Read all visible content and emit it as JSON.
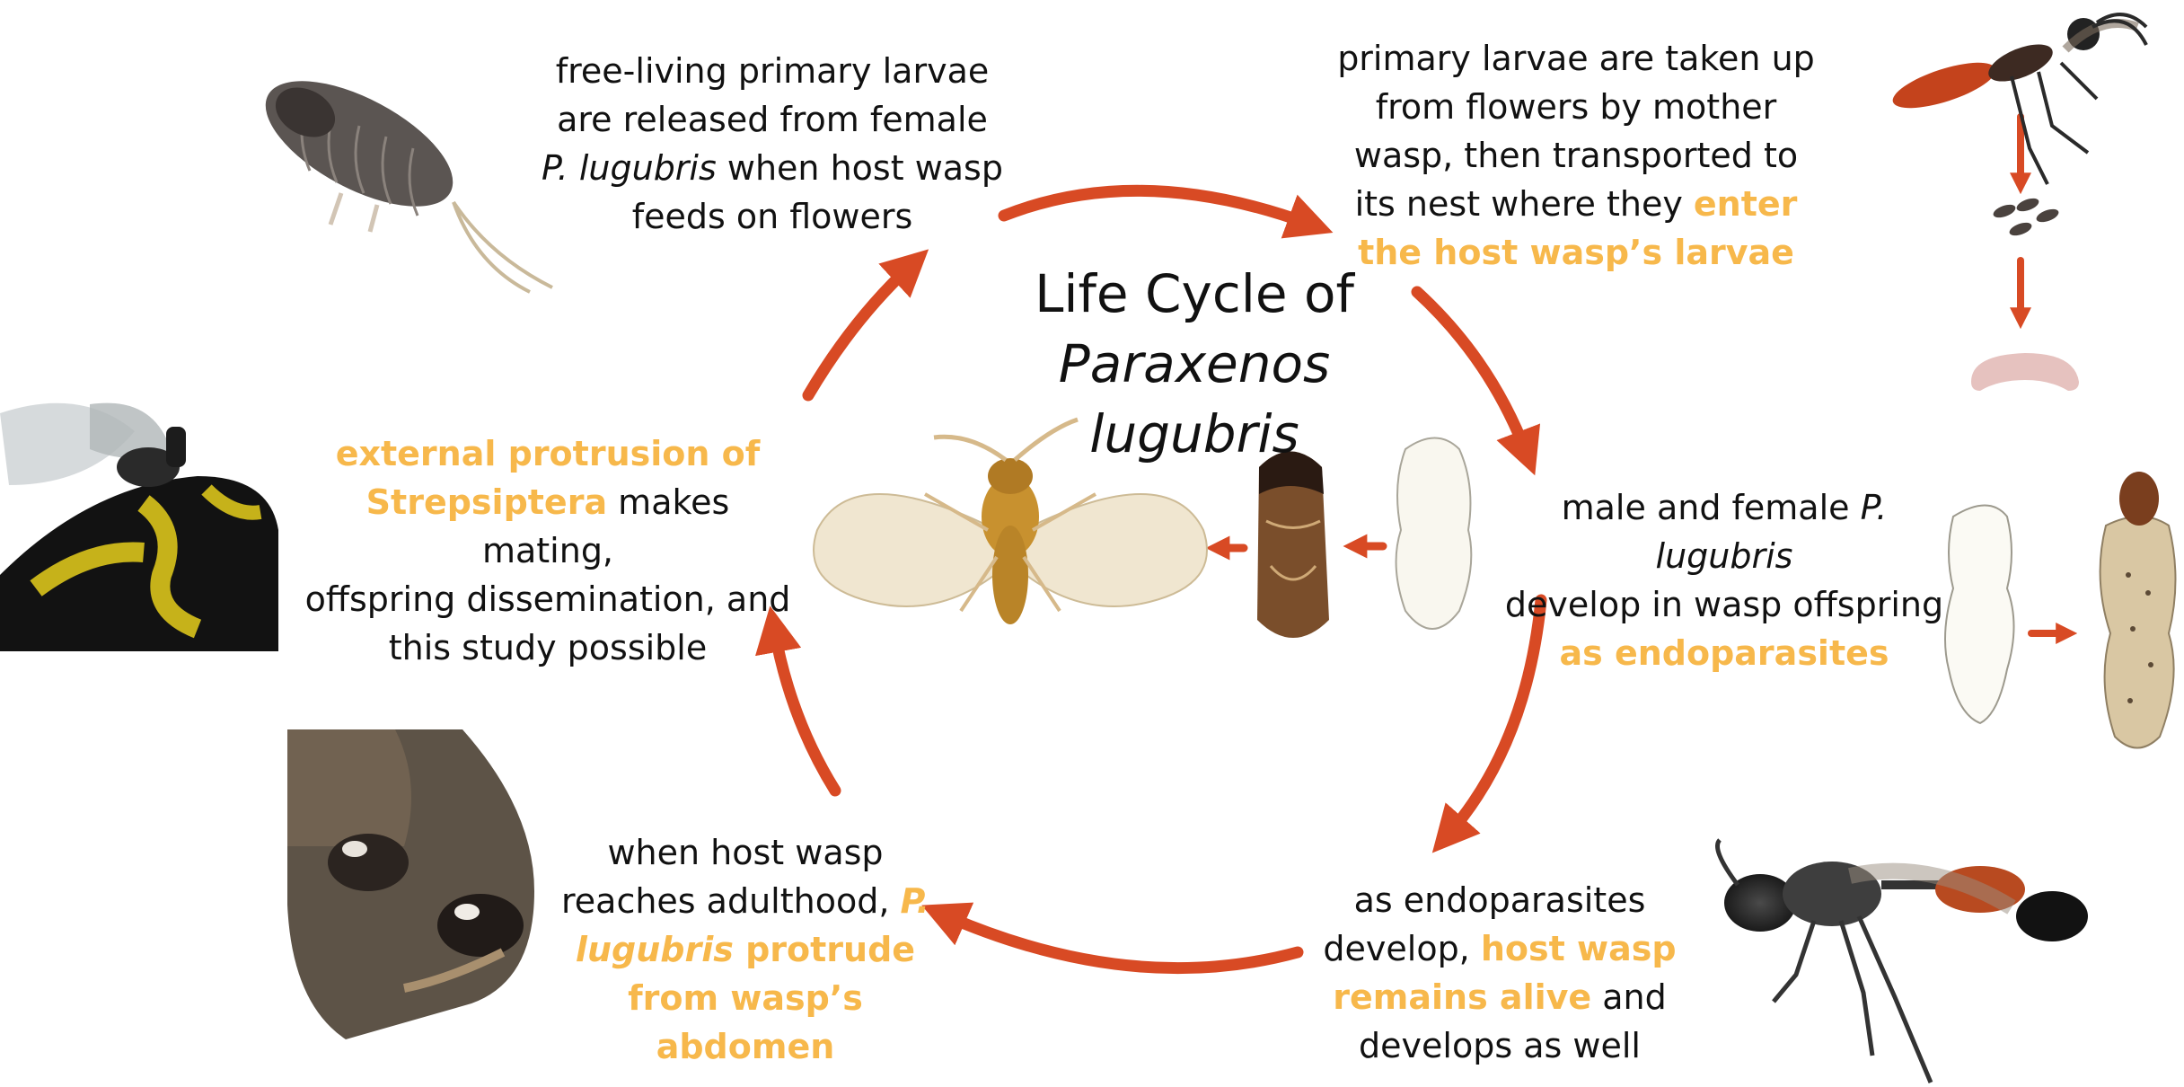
{
  "title": {
    "line1": "Life Cycle of",
    "line2": "Paraxenos lugubris"
  },
  "steps": {
    "top_left": {
      "a": "free-living primary larvae",
      "b": "are released from female",
      "c_italic": "P. lugubris",
      "c_rest": " when host wasp",
      "d": "feeds on flowers"
    },
    "top_right": {
      "a": "primary larvae are taken up",
      "b": "from flowers by mother",
      "c": "wasp, then transported to",
      "d_plain": "its nest where they ",
      "d_hl": "enter",
      "e_hl": "the host wasp’s larvae"
    },
    "right": {
      "a_plain": "male and female ",
      "a_italic": "P. lugubris",
      "b": "develop in wasp offspring",
      "c_hl": "as endoparasites"
    },
    "bottom_right": {
      "a": "as endoparasites",
      "b_plain": "develop, ",
      "b_hl": "host wasp",
      "c_hl": "remains alive",
      "c_plain": " and",
      "d": "develops as well"
    },
    "bottom_left": {
      "a": "when host wasp",
      "b_plain": "reaches adulthood, ",
      "b_hl": "P.",
      "c_hl_italic": "lugubris",
      "c_hl": " protrude",
      "d_hl": "from wasp’s",
      "e_hl": "abdomen"
    },
    "left": {
      "a_hl": "external protrusion of",
      "b_hl": "Strepsiptera",
      "b_plain": " makes mating,",
      "c": "offspring dissemination, and",
      "d": "this study possible"
    }
  },
  "colors": {
    "arrow": "#D84A24",
    "highlight": "#F7B84B"
  }
}
